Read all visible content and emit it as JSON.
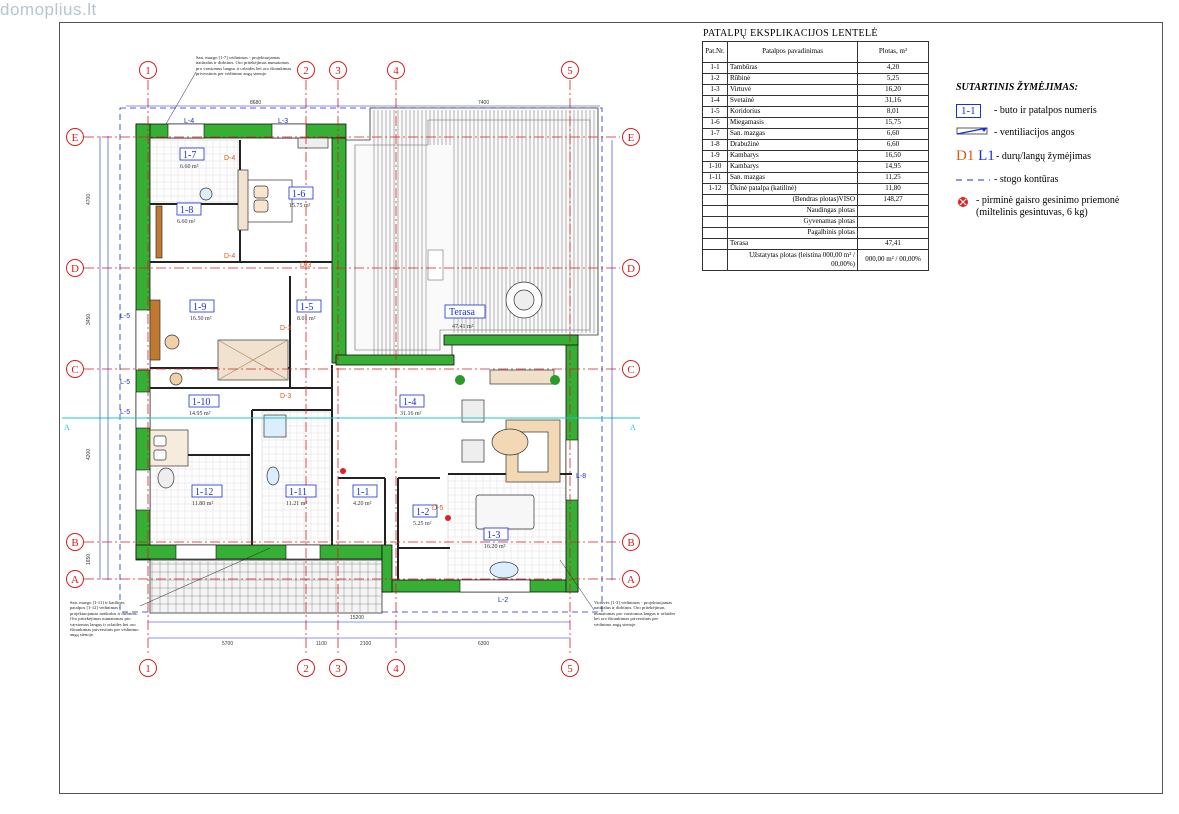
{
  "watermark": "domoplius.lt",
  "explication": {
    "title": "PATALPŲ EKSPLIKACIJOS LENTELĖ",
    "headers": [
      "Pat.Nr.",
      "Patalpos pavadinimas",
      "Plotas, m²"
    ],
    "rows": [
      [
        "1-1",
        "Tambūras",
        "4,20"
      ],
      [
        "1-2",
        "Rūbinė",
        "5,25"
      ],
      [
        "1-3",
        "Virtuvė",
        "16,20"
      ],
      [
        "1-4",
        "Svetainė",
        "31,16"
      ],
      [
        "1-5",
        "Koridorius",
        "8,01"
      ],
      [
        "1-6",
        "Miegamasis",
        "15,75"
      ],
      [
        "1-7",
        "San. mazgas",
        "6,60"
      ],
      [
        "1-8",
        "Drabužinė",
        "6,60"
      ],
      [
        "1-9",
        "Kambarys",
        "16,50"
      ],
      [
        "1-10",
        "Kambarys",
        "14,95"
      ],
      [
        "1-11",
        "San. mazgas",
        "11,25"
      ],
      [
        "1-12",
        "Ūkinė patalpa (katilinė)",
        "11,80"
      ]
    ],
    "total_label": "(Bendras plotas)VISO",
    "total_value": "148,27",
    "useful_label": "Naudingas plotas",
    "living_label": "Gyvenamas plotas",
    "aux_label": "Pagalbinis plotas",
    "terrace_label": "Terasa",
    "terrace_value": "47,41",
    "built_label": "Užstatytas plotas (leistina 000,00 m² / 00,00%)",
    "built_value": "000,00 m² / 00,00%"
  },
  "legend": {
    "title": "SUTARTINIS ŽYMĖJIMAS:",
    "room_symbol": "1-1",
    "room_text": "- buto ir patalpos numeris",
    "vent_text": "- ventiliacijos angos",
    "door_symbol_d": "D1",
    "door_symbol_l": "L1",
    "door_text": "- durų/langų žymėjimas",
    "roof_text": "- stogo kontūras",
    "fire_text": "- pirminė gaisro gesinimo priemonė (miltelinis gesintuvas, 6 kg)"
  },
  "colors": {
    "grid": "#d42020",
    "wall": "#2aa52a",
    "dim": "#1a2fd8",
    "label_blue": "#1a2fd8",
    "door": "#d85a10"
  },
  "plan": {
    "axes_numbers": [
      "1",
      "2",
      "3",
      "4",
      "5"
    ],
    "axes_letters": [
      "E",
      "D",
      "C",
      "B",
      "A"
    ],
    "section_marker": "A",
    "rooms": [
      {
        "id": "1-7",
        "area": "6.60 m²"
      },
      {
        "id": "1-6",
        "area": "15.75 m²"
      },
      {
        "id": "1-8",
        "area": "6.60 m²"
      },
      {
        "id": "1-9",
        "area": "16.50 m²"
      },
      {
        "id": "1-5",
        "area": "8.01 m²"
      },
      {
        "id": "1-10",
        "area": "14.95 m²"
      },
      {
        "id": "1-4",
        "area": "31.16 m²"
      },
      {
        "id": "1-12",
        "area": "11.80 m²"
      },
      {
        "id": "1-11",
        "area": "11.21 m²"
      },
      {
        "id": "1-1",
        "area": "4.20 m²"
      },
      {
        "id": "1-2",
        "area": "5.25 m²"
      },
      {
        "id": "1-3",
        "area": "16.20 m²"
      }
    ],
    "terrace": {
      "name": "Terasa",
      "area": "47.41 m²"
    },
    "window_labels": [
      "L-4",
      "L-3",
      "L-5",
      "L-5",
      "L-5",
      "L-8",
      "L-2"
    ],
    "door_labels": [
      "D-4",
      "D-4",
      "D-3",
      "D-3",
      "D-3",
      "D-5"
    ],
    "dims_top": [
      "8680",
      "7400"
    ],
    "dims_bottom": [
      "5700",
      "1100",
      "2100",
      "6300"
    ],
    "dims_bottom_total": "15200",
    "dims_left": [
      "4700",
      "3450",
      "4200",
      "1650"
    ],
    "note_top": "San. mazgo [1-7] vėdinimas - projektuojamas natūralus ir dirbtinis. Oro pritekėjimas numatomas pro varstomus langus ir orlaides bei oro ištraukimas priverstinis per vėdinimo angą sienoje.",
    "note_left": "San. mazgo [1-11] ir katilinės patalpos [1-12] vėdinimas - projektuojamas natūralus ir dirbtinis. Oro pritekėjimas numatomas pro varstomus langus ir orlaides bei oro ištraukimas priverstinis per vėdinimo angą sienoje.",
    "note_right": "Virtuvės [1-3] vėdinimas - projektuojamas natūralus ir dirbtinis. Oro pritekėjimas numatomas pro varstomus langus ir orlaides bei oro ištraukimas priverstinis per vėdinimo angą sienoje."
  }
}
